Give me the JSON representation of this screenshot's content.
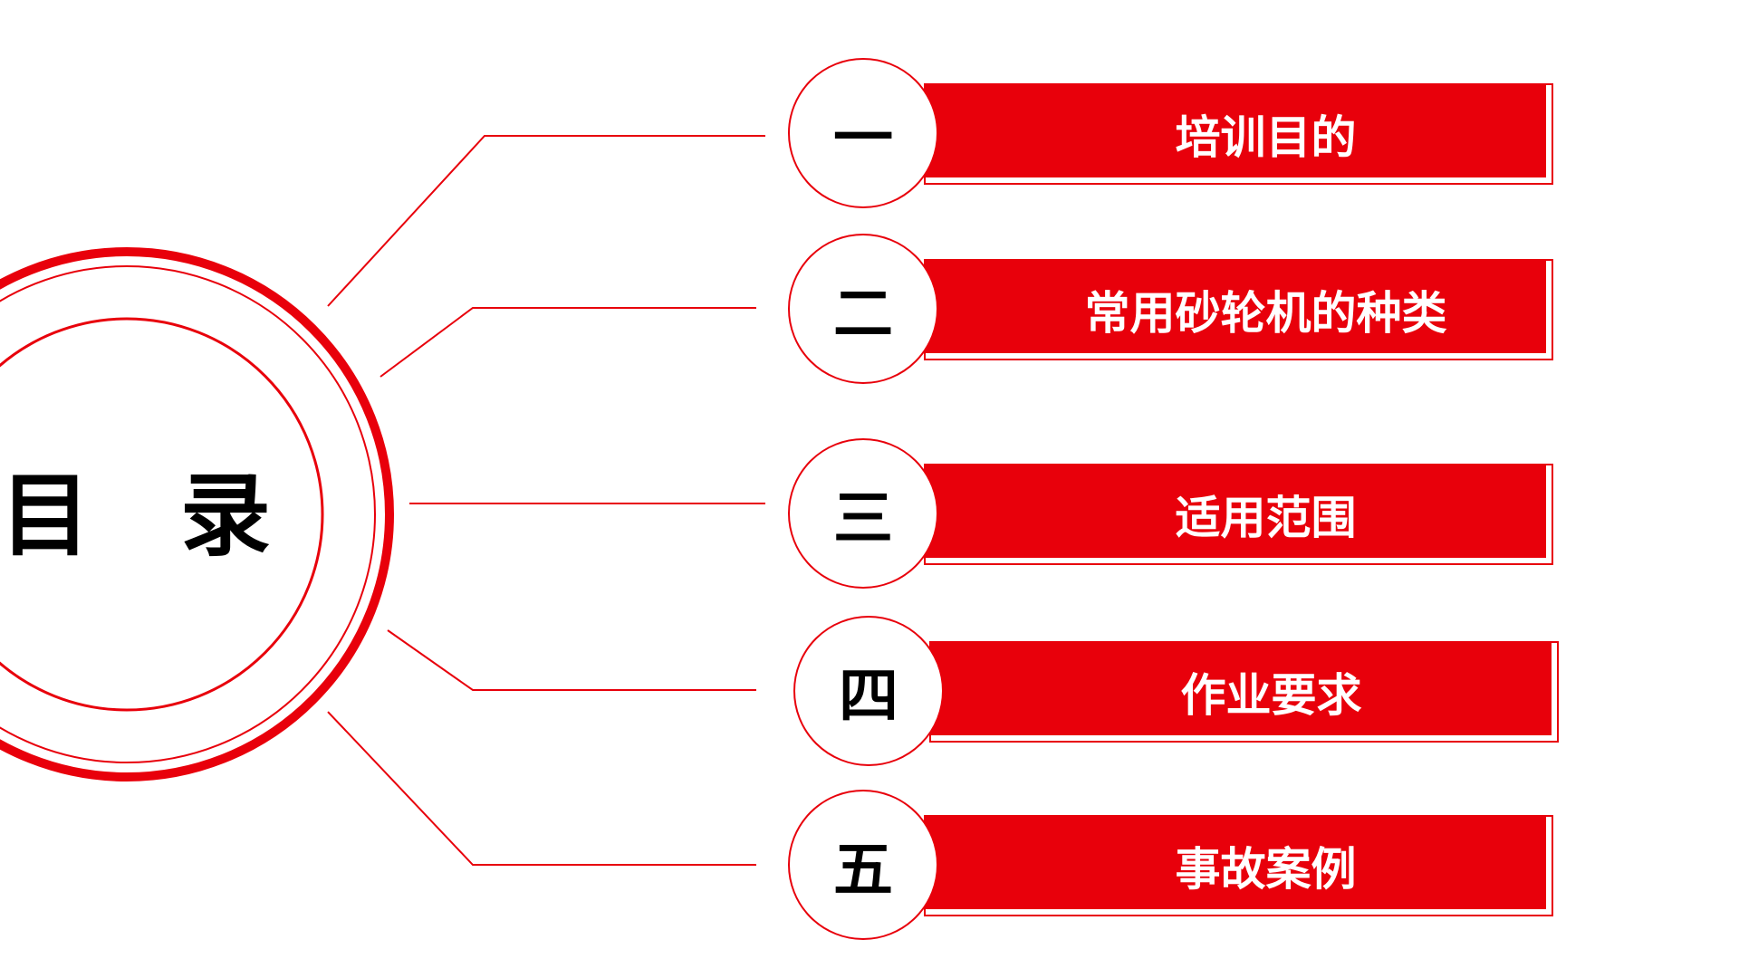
{
  "title": "目 录",
  "accent_color": "#e8000b",
  "items": [
    {
      "number": "一",
      "label": "培训目的"
    },
    {
      "number": "二",
      "label": "常用砂轮机的种类"
    },
    {
      "number": "三",
      "label": "适用范围"
    },
    {
      "number": "四",
      "label": "作业要求"
    },
    {
      "number": "五",
      "label": "事故案例"
    }
  ]
}
